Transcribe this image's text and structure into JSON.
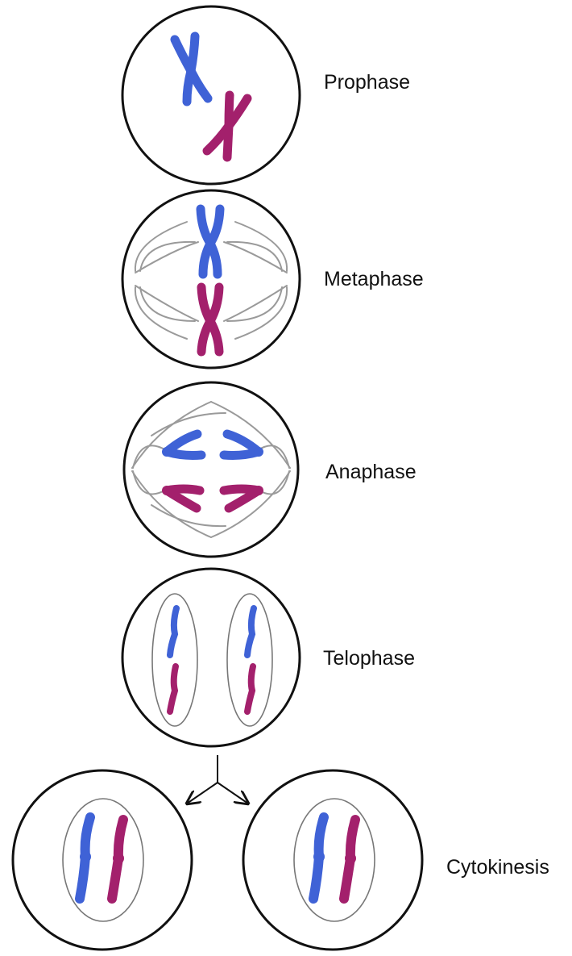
{
  "stages": {
    "prophase": "Prophase",
    "metaphase": "Metaphase",
    "anaphase": "Anaphase",
    "telophase": "Telophase",
    "cytokinesis": "Cytokinesis"
  },
  "colors": {
    "chromosome_a": "#3f62d6",
    "chromosome_b": "#a3206c",
    "cell_outline": "#111111",
    "spindle_fiber": "#9a9a9a",
    "nuclear_envelope": "#777777"
  }
}
